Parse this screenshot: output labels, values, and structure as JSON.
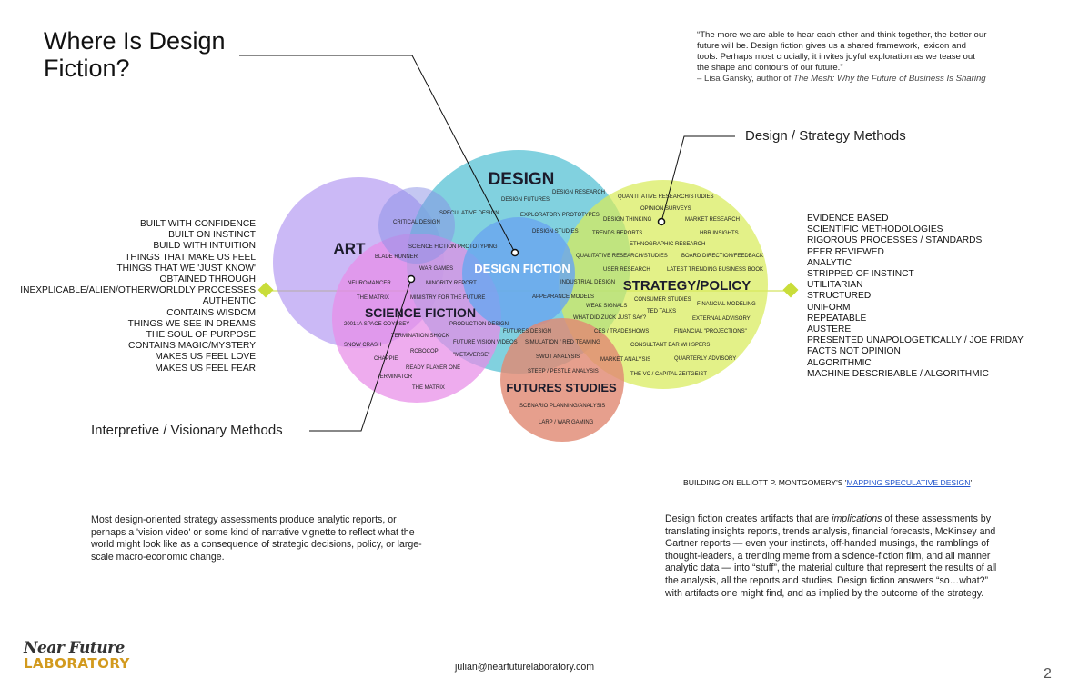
{
  "title": "Where Is Design Fiction?",
  "quote": {
    "text": "“The more we are able to hear each other and think together, the better our future will be. Design fiction gives us a shared framework, lexicon and tools. Perhaps most crucially, it invites joyful exploration as we tease out the shape and contours of our future.”",
    "attribution": "– Lisa Gansky, author of ",
    "book": "The Mesh: Why the Future of Business Is Sharing"
  },
  "labels": {
    "strategy_methods": "Design / Strategy Methods",
    "interpretive_methods": "Interpretive / Visionary Methods"
  },
  "left_list": [
    "BUILT WITH CONFIDENCE",
    "BUILT ON INSTINCT",
    "BUILD WITH INTUITION",
    "THINGS THAT MAKE US FEEL",
    "THINGS THAT WE 'JUST KNOW'",
    "OBTAINED THROUGH",
    "INEXPLICABLE/ALIEN/OTHERWORLDLY PROCESSES",
    "AUTHENTIC",
    "CONTAINS WISDOM",
    "THINGS WE SEE IN DREAMS",
    "THE SOUL OF PURPOSE",
    "CONTAINS MAGIC/MYSTERY",
    "MAKES US FEEL LOVE",
    "MAKES US FEEL FEAR"
  ],
  "right_list": [
    "EVIDENCE BASED",
    "SCIENTIFIC METHODOLOGIES",
    "RIGOROUS PROCESSES / STANDARDS",
    "PEER REVIEWED",
    "ANALYTIC",
    "STRIPPED OF INSTINCT",
    "UTILITARIAN",
    "STRUCTURED",
    "UNIFORM",
    "REPEATABLE",
    "AUSTERE",
    "PRESENTED UNAPOLOGETICALLY / JOE FRIDAY",
    "FACTS NOT OPINION",
    "ALGORITHMIC",
    "MACHINE DESCRIBABLE / ALGORITHMIC"
  ],
  "diagram": {
    "colors": {
      "art": "#a98bf0",
      "design": "#5ec4d6",
      "strategy": "#d8ec5a",
      "scifi": "#e88ce8",
      "design_fiction": "#6aa6ef",
      "futures": "#e08a74",
      "critical": "#8a90e6",
      "axis": "#c9dd3a"
    },
    "categories": {
      "design": "DESIGN",
      "art": "ART",
      "strategy": "STRATEGY/POLICY",
      "scifi": "SCIENCE FICTION",
      "design_fiction": "DESIGN FICTION",
      "futures": "FUTURES STUDIES"
    },
    "terms": {
      "t0": "DESIGN RESEARCH",
      "t1": "DESIGN FUTURES",
      "t2": "QUANTITATIVE RESEARCH/STUDIES",
      "t3": "OPINION SURVEYS",
      "t4": "SPECULATIVE DESIGN",
      "t5": "EXPLORATORY PROTOTYPES",
      "t6": "DESIGN THINKING",
      "t7": "MARKET RESEARCH",
      "t8": "CRITICAL DESIGN",
      "t9": "DESIGN STUDIES",
      "t10": "TRENDS REPORTS",
      "t11": "HBR INSIGHTS",
      "t12": "ETHNOGRAPHIC RESEARCH",
      "t13": "SCIENCE FICTION PROTOTYPING",
      "t14": "BLADE RUNNER",
      "t15": "QUALITATIVE RESEARCH/STUDIES",
      "t16": "BOARD DIRECTION/FEEDBACK",
      "t17": "WAR GAMES",
      "t18": "USER RESEARCH",
      "t19": "LATEST TRENDING BUSINESS BOOK",
      "t20": "NEUROMANCER",
      "t21": "MINORITY REPORT",
      "t22": "INDUSTRIAL DESIGN",
      "t23": "THE MATRIX",
      "t24": "MINISTRY FOR THE FUTURE",
      "t25": "APPEARANCE MODELS",
      "t26": "CONSUMER STUDIES",
      "t27": "WEAK SIGNALS",
      "t28": "FINANCIAL MODELING",
      "t29": "TED TALKS",
      "t30": "WHAT DID ZUCK JUST SAY?",
      "t31": "EXTERNAL ADVISORY",
      "t32": "2001: A SPACE ODYSSEY",
      "t33": "PRODUCTION DESIGN",
      "t34": "FUTURES DESIGN",
      "t35": "CES / TRADESHOWS",
      "t36": "FINANCIAL \"PROJECTIONS\"",
      "t37": "TERMINATION SHOCK",
      "t38": "SNOW CRASH",
      "t39": "FUTURE VISION VIDEOS",
      "t40": "SIMULATION / RED TEAMING",
      "t41": "CONSULTANT EAR WHISPERS",
      "t42": "ROBOCOP",
      "t43": "CHAPPIE",
      "t44": "\"METAVERSE\"",
      "t45": "SWOT ANALYSIS",
      "t46": "MARKET ANALYSIS",
      "t47": "QUARTERLY ADVISORY",
      "t48": "READY PLAYER ONE",
      "t49": "STEEP / PESTLE ANALYSIS",
      "t50": "THE VC / CAPITAL ZEITGEIST",
      "t51": "TERMINATOR",
      "t52": "THE MATRIX",
      "t53": "SCENARIO PLANNING/ANALYSIS",
      "t54": "LARP / WAR GAMING"
    }
  },
  "credit": {
    "prefix": "BUILDING ON ELLIOTT P. MONTGOMERY'S '",
    "link": "MAPPING SPECULATIVE DESIGN",
    "suffix": "'"
  },
  "para_left": "Most design-oriented strategy assessments produce analytic reports, or perhaps a 'vision video' or some kind of narrative vignette to reflect what the world might look like as a consequence of strategic decisions, policy, or large-scale macro-economic change.",
  "para_right": {
    "a": "Design fiction creates artifacts that are ",
    "em": "implications",
    "b": " of these assessments by translating insights reports, trends analysis, financial forecasts, McKinsey and Gartner reports — even your instincts, off-handed musings, the ramblings of thought-leaders, a trending meme from a science-fiction film, and all manner analytic data — into “stuff”, the material culture that represent the results of all the analysis, all the reports and studies. Design fiction answers “so…what?” with artifacts one might find, and as implied by the outcome of the strategy."
  },
  "logo": {
    "line1": "Near Future",
    "line2": "LABORATORY"
  },
  "email": "julian@nearfuturelaboratory.com",
  "page_number": "2"
}
